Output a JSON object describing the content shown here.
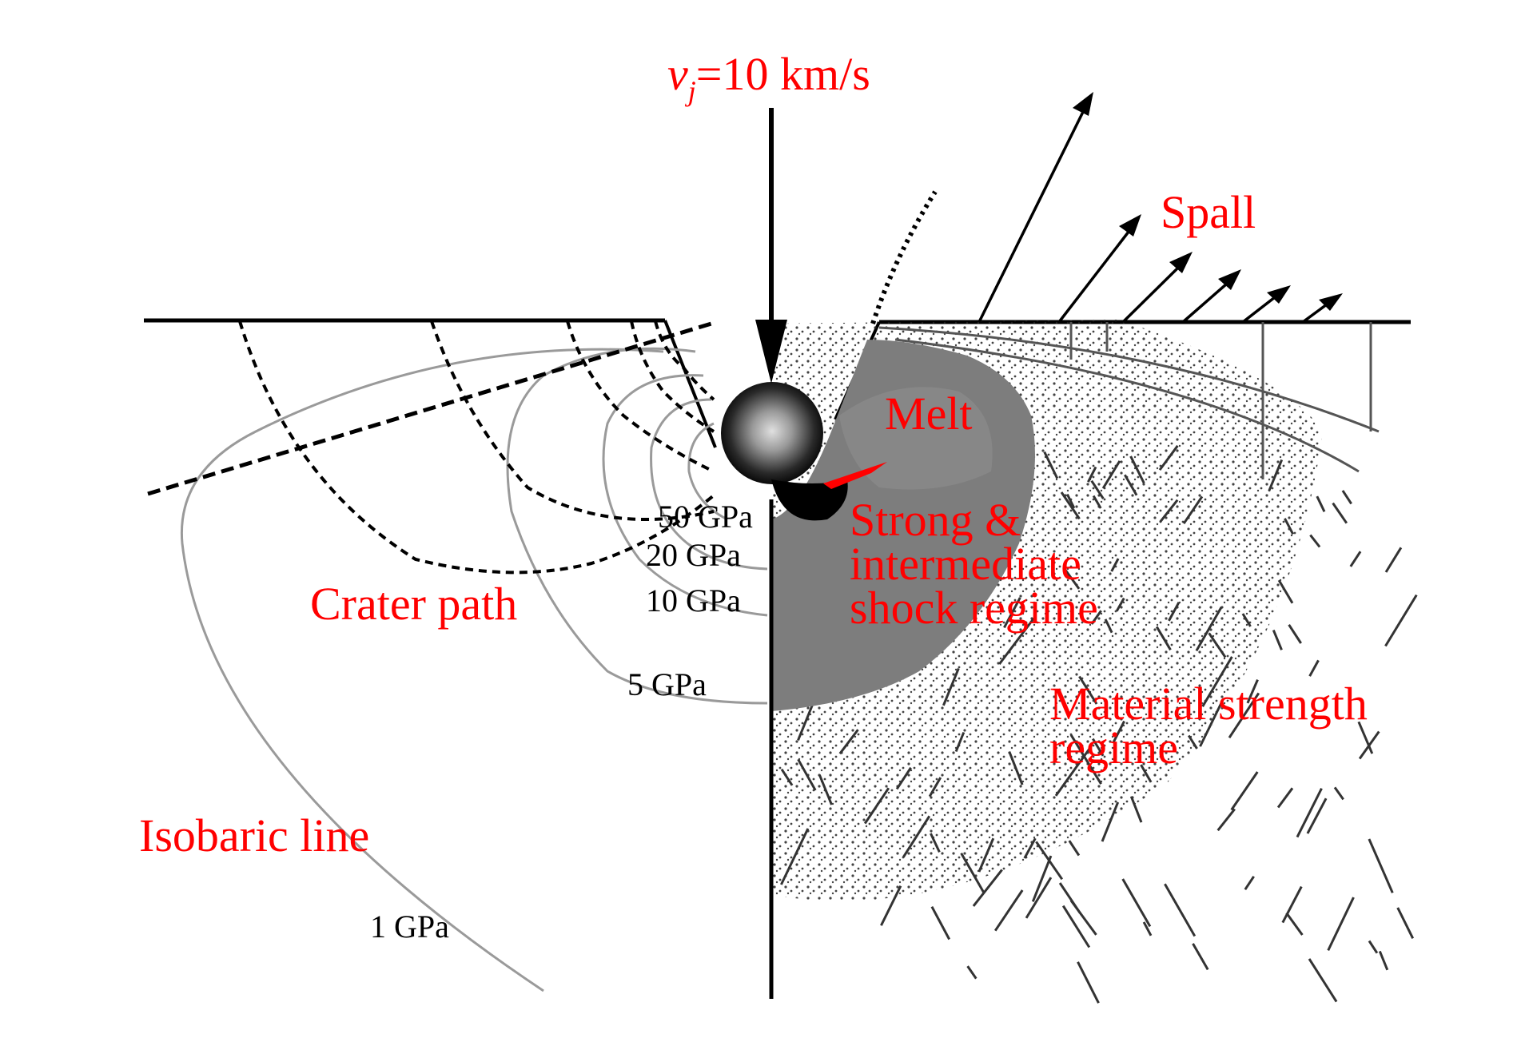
{
  "velocity_label": {
    "symbol": "v",
    "subscript": "j",
    "value": "=10 km/s"
  },
  "regions": {
    "spall": "Spall",
    "melt": "Melt",
    "shock_regime": [
      "Strong &",
      "intermediate",
      "shock regime"
    ],
    "material_strength": [
      "Material strength",
      "regime"
    ],
    "crater_path": "Crater path",
    "isobaric_line": "Isobaric line"
  },
  "pressures": [
    "50 GPa",
    "20 GPa",
    "10 GPa",
    "5 GPa",
    "1 GPa"
  ],
  "colors": {
    "label_red": "#ff0000",
    "shock_gray": "#7d7d7d",
    "ink": "#000000",
    "isobar_gray": "#9a9a9a"
  }
}
